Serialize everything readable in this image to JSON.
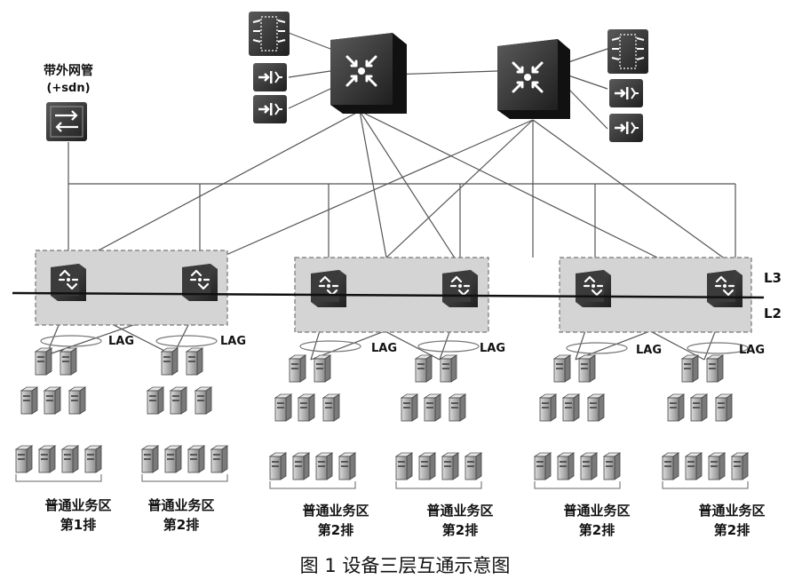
{
  "oob": {
    "line1": "带外网管",
    "line2": "(+sdn)"
  },
  "layers": {
    "l3": "L3",
    "l2": "L2"
  },
  "lag": "LAG",
  "zones": [
    {
      "name": "普通业务区",
      "row": "第1排"
    },
    {
      "name": "普通业务区",
      "row": "第2排"
    },
    {
      "name": "普通业务区",
      "row": "第2排"
    },
    {
      "name": "普通业务区",
      "row": "第2排"
    },
    {
      "name": "普通业务区",
      "row": "第2排"
    },
    {
      "name": "普通业务区",
      "row": "第2排"
    }
  ],
  "caption": "图 1    设备三层互通示意图",
  "colors": {
    "switch_dark": "#2a2a2a",
    "group_fill": "#d4d4d4",
    "server": "#bdbdbd"
  }
}
